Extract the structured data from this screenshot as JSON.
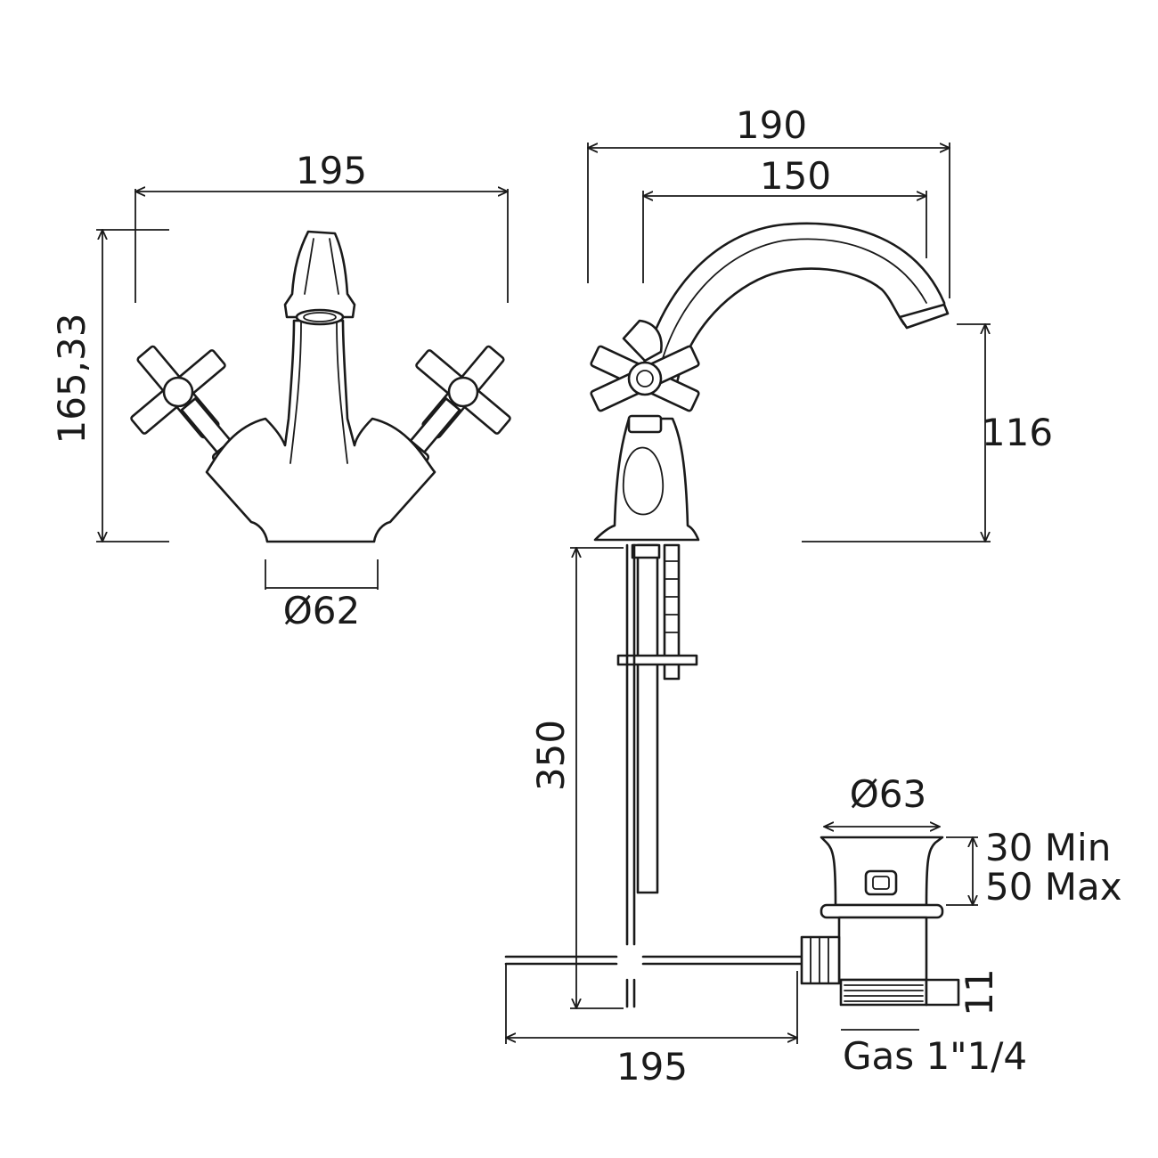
{
  "front_view": {
    "width_label": "195",
    "height_label": "165,33",
    "base_diameter_label": "Ø62"
  },
  "side_view": {
    "overall_reach_label": "190",
    "spout_reach_label": "150",
    "spout_height_label": "116",
    "rod_length_label": "350",
    "rod_reach_label": "195"
  },
  "waste": {
    "diameter_label": "Ø63",
    "range_min_label": "30 Min",
    "range_max_label": "50 Max",
    "thread_height_label": "11",
    "thread_spec_label": "Gas 1\"1/4"
  },
  "colors": {
    "line": "#1a1a1a",
    "background": "#ffffff"
  }
}
